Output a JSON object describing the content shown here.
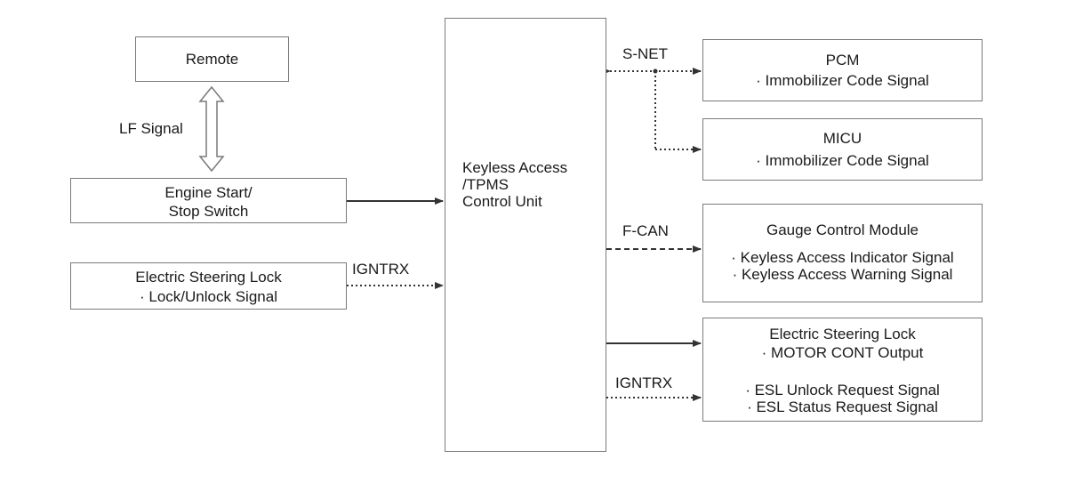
{
  "remote": {
    "label": "Remote"
  },
  "lf_signal": {
    "label": "LF Signal"
  },
  "engine_switch": {
    "line1": "Engine Start/",
    "line2": "Stop Switch"
  },
  "esl_input": {
    "title": "Electric Steering Lock",
    "signal": "· Lock/Unlock Signal"
  },
  "ignt_in": {
    "label": "IGNTRX"
  },
  "control_unit": {
    "line1": "Keyless Access",
    "line2": "/TPMS",
    "line3": "Control Unit"
  },
  "snet": {
    "label": "S-NET"
  },
  "pcm": {
    "title": "PCM",
    "signal": "· Immobilizer Code Signal"
  },
  "micu": {
    "title": "MICU",
    "signal": "· Immobilizer Code Signal"
  },
  "fcan": {
    "label": "F-CAN"
  },
  "gauge": {
    "title": "Gauge Control Module",
    "signal1": "· Keyless Access Indicator Signal",
    "signal2": "· Keyless Access Warning Signal"
  },
  "esl_output": {
    "title": "Electric Steering Lock",
    "signal1": "· MOTOR CONT Output",
    "signal2": "· ESL Unlock Request Signal",
    "signal3": "· ESL Status Request Signal"
  },
  "ignt_out": {
    "label": "IGNTRX"
  }
}
